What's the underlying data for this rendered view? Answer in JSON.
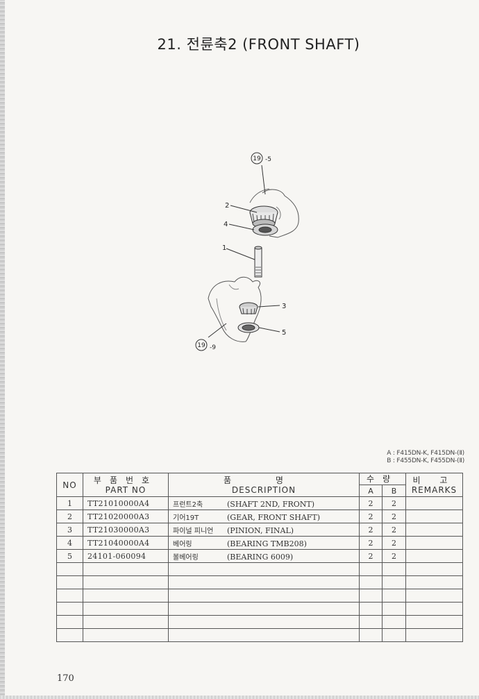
{
  "page": {
    "title": "21. 전륜축2 (FRONT SHAFT)",
    "page_number": "170"
  },
  "diagram": {
    "callouts": {
      "ref_top": "⑲-5",
      "ref_bottom": "⑲-9",
      "part_1": "1",
      "part_2": "2",
      "part_3": "3",
      "part_4": "4",
      "part_5": "5"
    }
  },
  "legend": {
    "line_a": "A : F415DN-K, F415DN-(Ⅱ)",
    "line_b": "B : F455DN-K, F455DN-(Ⅱ)"
  },
  "table": {
    "headers": {
      "no": "NO",
      "part_no_kr": "부품번호",
      "part_no_en": "PART NO",
      "desc_kr": "품 명",
      "desc_en": "DESCRIPTION",
      "qty_kr": "수량",
      "qty_a": "A",
      "qty_b": "B",
      "remarks_kr": "비 고",
      "remarks_en": "REMARKS"
    },
    "rows": [
      {
        "no": "1",
        "part_no": "TT21010000A4",
        "desc_kr": "프런트2축",
        "desc_en": "(SHAFT 2ND, FRONT)",
        "qty_a": "2",
        "qty_b": "2",
        "remarks": ""
      },
      {
        "no": "2",
        "part_no": "TT21020000A3",
        "desc_kr": "기어19T",
        "desc_en": "(GEAR, FRONT SHAFT)",
        "qty_a": "2",
        "qty_b": "2",
        "remarks": ""
      },
      {
        "no": "3",
        "part_no": "TT21030000A3",
        "desc_kr": "파이널 피니언",
        "desc_en": "(PINION, FINAL)",
        "qty_a": "2",
        "qty_b": "2",
        "remarks": ""
      },
      {
        "no": "4",
        "part_no": "TT21040000A4",
        "desc_kr": "베어링",
        "desc_en": "(BEARING TMB208)",
        "qty_a": "2",
        "qty_b": "2",
        "remarks": ""
      },
      {
        "no": "5",
        "part_no": "24101-060094",
        "desc_kr": "볼베어링",
        "desc_en": "(BEARING 6009)",
        "qty_a": "2",
        "qty_b": "2",
        "remarks": ""
      }
    ]
  }
}
